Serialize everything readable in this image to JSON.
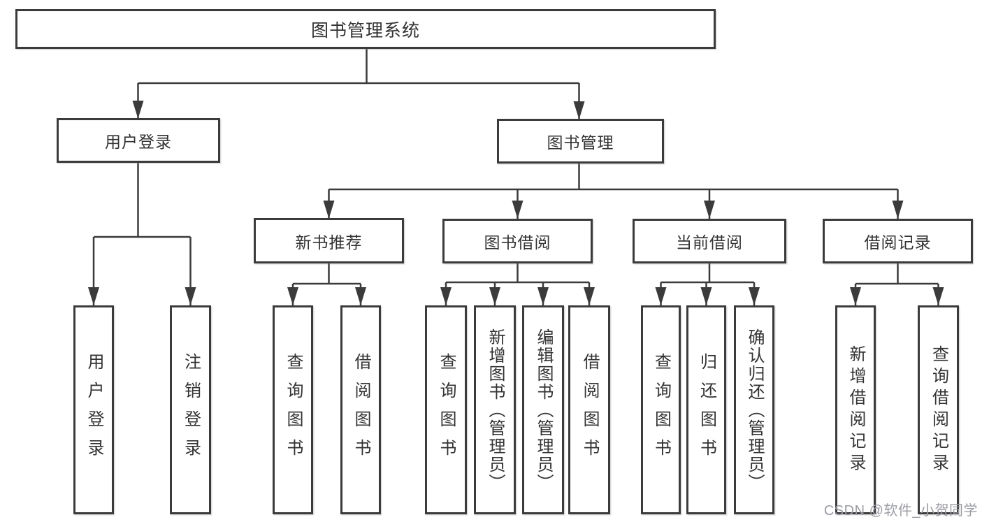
{
  "diagram": {
    "root": {
      "label": "图书管理系统"
    },
    "level2": [
      {
        "label": "用户登录"
      },
      {
        "label": "图书管理"
      }
    ],
    "level3": [
      {
        "label": "新书推荐"
      },
      {
        "label": "图书借阅"
      },
      {
        "label": "当前借阅"
      },
      {
        "label": "借阅记录"
      }
    ],
    "leaves": {
      "user_login": [
        {
          "label": "用户登录"
        },
        {
          "label": "注销登录"
        }
      ],
      "new_book_recommend": [
        {
          "label": "查询图书"
        },
        {
          "label": "借阅图书"
        }
      ],
      "book_borrow": [
        {
          "label": "查询图书"
        },
        {
          "label": "新增图书（管理员）"
        },
        {
          "label": "编辑图书（管理员）"
        },
        {
          "label": "借阅图书"
        }
      ],
      "current_borrow": [
        {
          "label": "查询图书"
        },
        {
          "label": "归还图书"
        },
        {
          "label": "确认归还（管理员）"
        }
      ],
      "borrow_records": [
        {
          "label": "新增借阅记录"
        },
        {
          "label": "查询借阅记录"
        }
      ]
    },
    "watermark": "CSDN @软件_小贺同学",
    "colors": {
      "line": "#3b3b3b",
      "text": "#333333",
      "watermark": "#9b9ca3",
      "background": "#ffffff"
    }
  }
}
